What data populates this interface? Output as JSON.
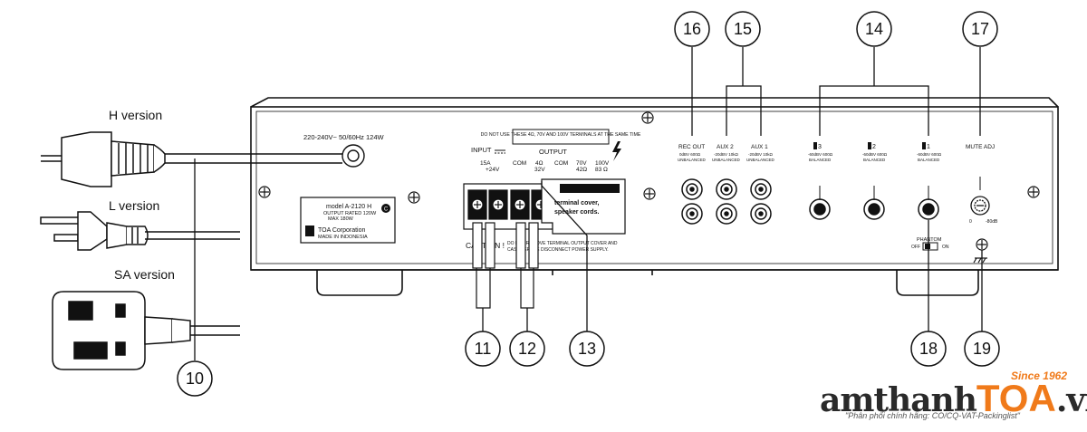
{
  "versions": {
    "h": "H version",
    "l": "L version",
    "sa": "SA version"
  },
  "callouts": [
    "10",
    "11",
    "12",
    "13",
    "14",
    "15",
    "16",
    "17",
    "18",
    "19"
  ],
  "panel": {
    "power_rating": "220-240V~ 50/60Hz 124W",
    "model_plate": {
      "model": "model  A-2120 H",
      "rated": "OUTPUT RATED  120W",
      "max": "MAX    180W",
      "maker": "TOA Corporation",
      "origin": "MADE IN INDONESIA",
      "badge": "C"
    },
    "input_label": "INPUT",
    "input_fuse": "15A",
    "input_volt": "+24V",
    "warning_box": "DO NOT USE THESE 4Ω, 70V AND 100V TERMINALS AT THE SAME TIME",
    "output_label": "OUTPUT",
    "out_terms": [
      "COM",
      "4Ω",
      "COM",
      "70V",
      "100V"
    ],
    "out_sub": [
      "32V",
      "42Ω",
      "83 Ω"
    ],
    "cover_text_1": "terminal cover,",
    "cover_text_2": "speaker cords.",
    "caution": "CAUTION !",
    "caution_text_1": "DO NOT REMOVE TERMINAL OUTPUT COVER AND",
    "caution_text_2": "CASE BEFORE DISCONNECT POWER SUPPLY.",
    "rec_out": "REC OUT",
    "rec_out_spec_1": "0dBV 600Ω",
    "rec_out_spec_2": "UNBALANCED",
    "aux2": "AUX 2",
    "aux2_spec_1": "-20dBV 10kΩ",
    "aux2_spec_2": "UNBALANCED",
    "aux1": "AUX 1",
    "aux1_spec_1": "-20dBV 10kΩ",
    "aux1_spec_2": "UNBALANCED",
    "mic3": "3",
    "mic3_spec_1": "-60dBV 600Ω",
    "mic3_spec_2": "BALANCED",
    "mic2": "2",
    "mic2_spec_1": "-60dBV 600Ω",
    "mic2_spec_2": "BALANCED",
    "mic1": "1",
    "mic1_spec_1": "-60dBV 600Ω",
    "mic1_spec_2": "BALANCED",
    "mute_adj": "MUTE ADJ",
    "mute_min": "0",
    "mute_max": "-80dB",
    "phantom": "PHANTOM",
    "phantom_off": "OFF",
    "phantom_on": "ON"
  },
  "brand": {
    "prefix": "amthanh",
    "highlight": "TOA",
    "suffix": ".vn",
    "since": "Since 1962",
    "tagline": "\"Phân phối chính hãng: CO/CQ-VAT-Packinglist\""
  },
  "colors": {
    "brand_orange": "#f07a1a",
    "line": "#111111"
  }
}
